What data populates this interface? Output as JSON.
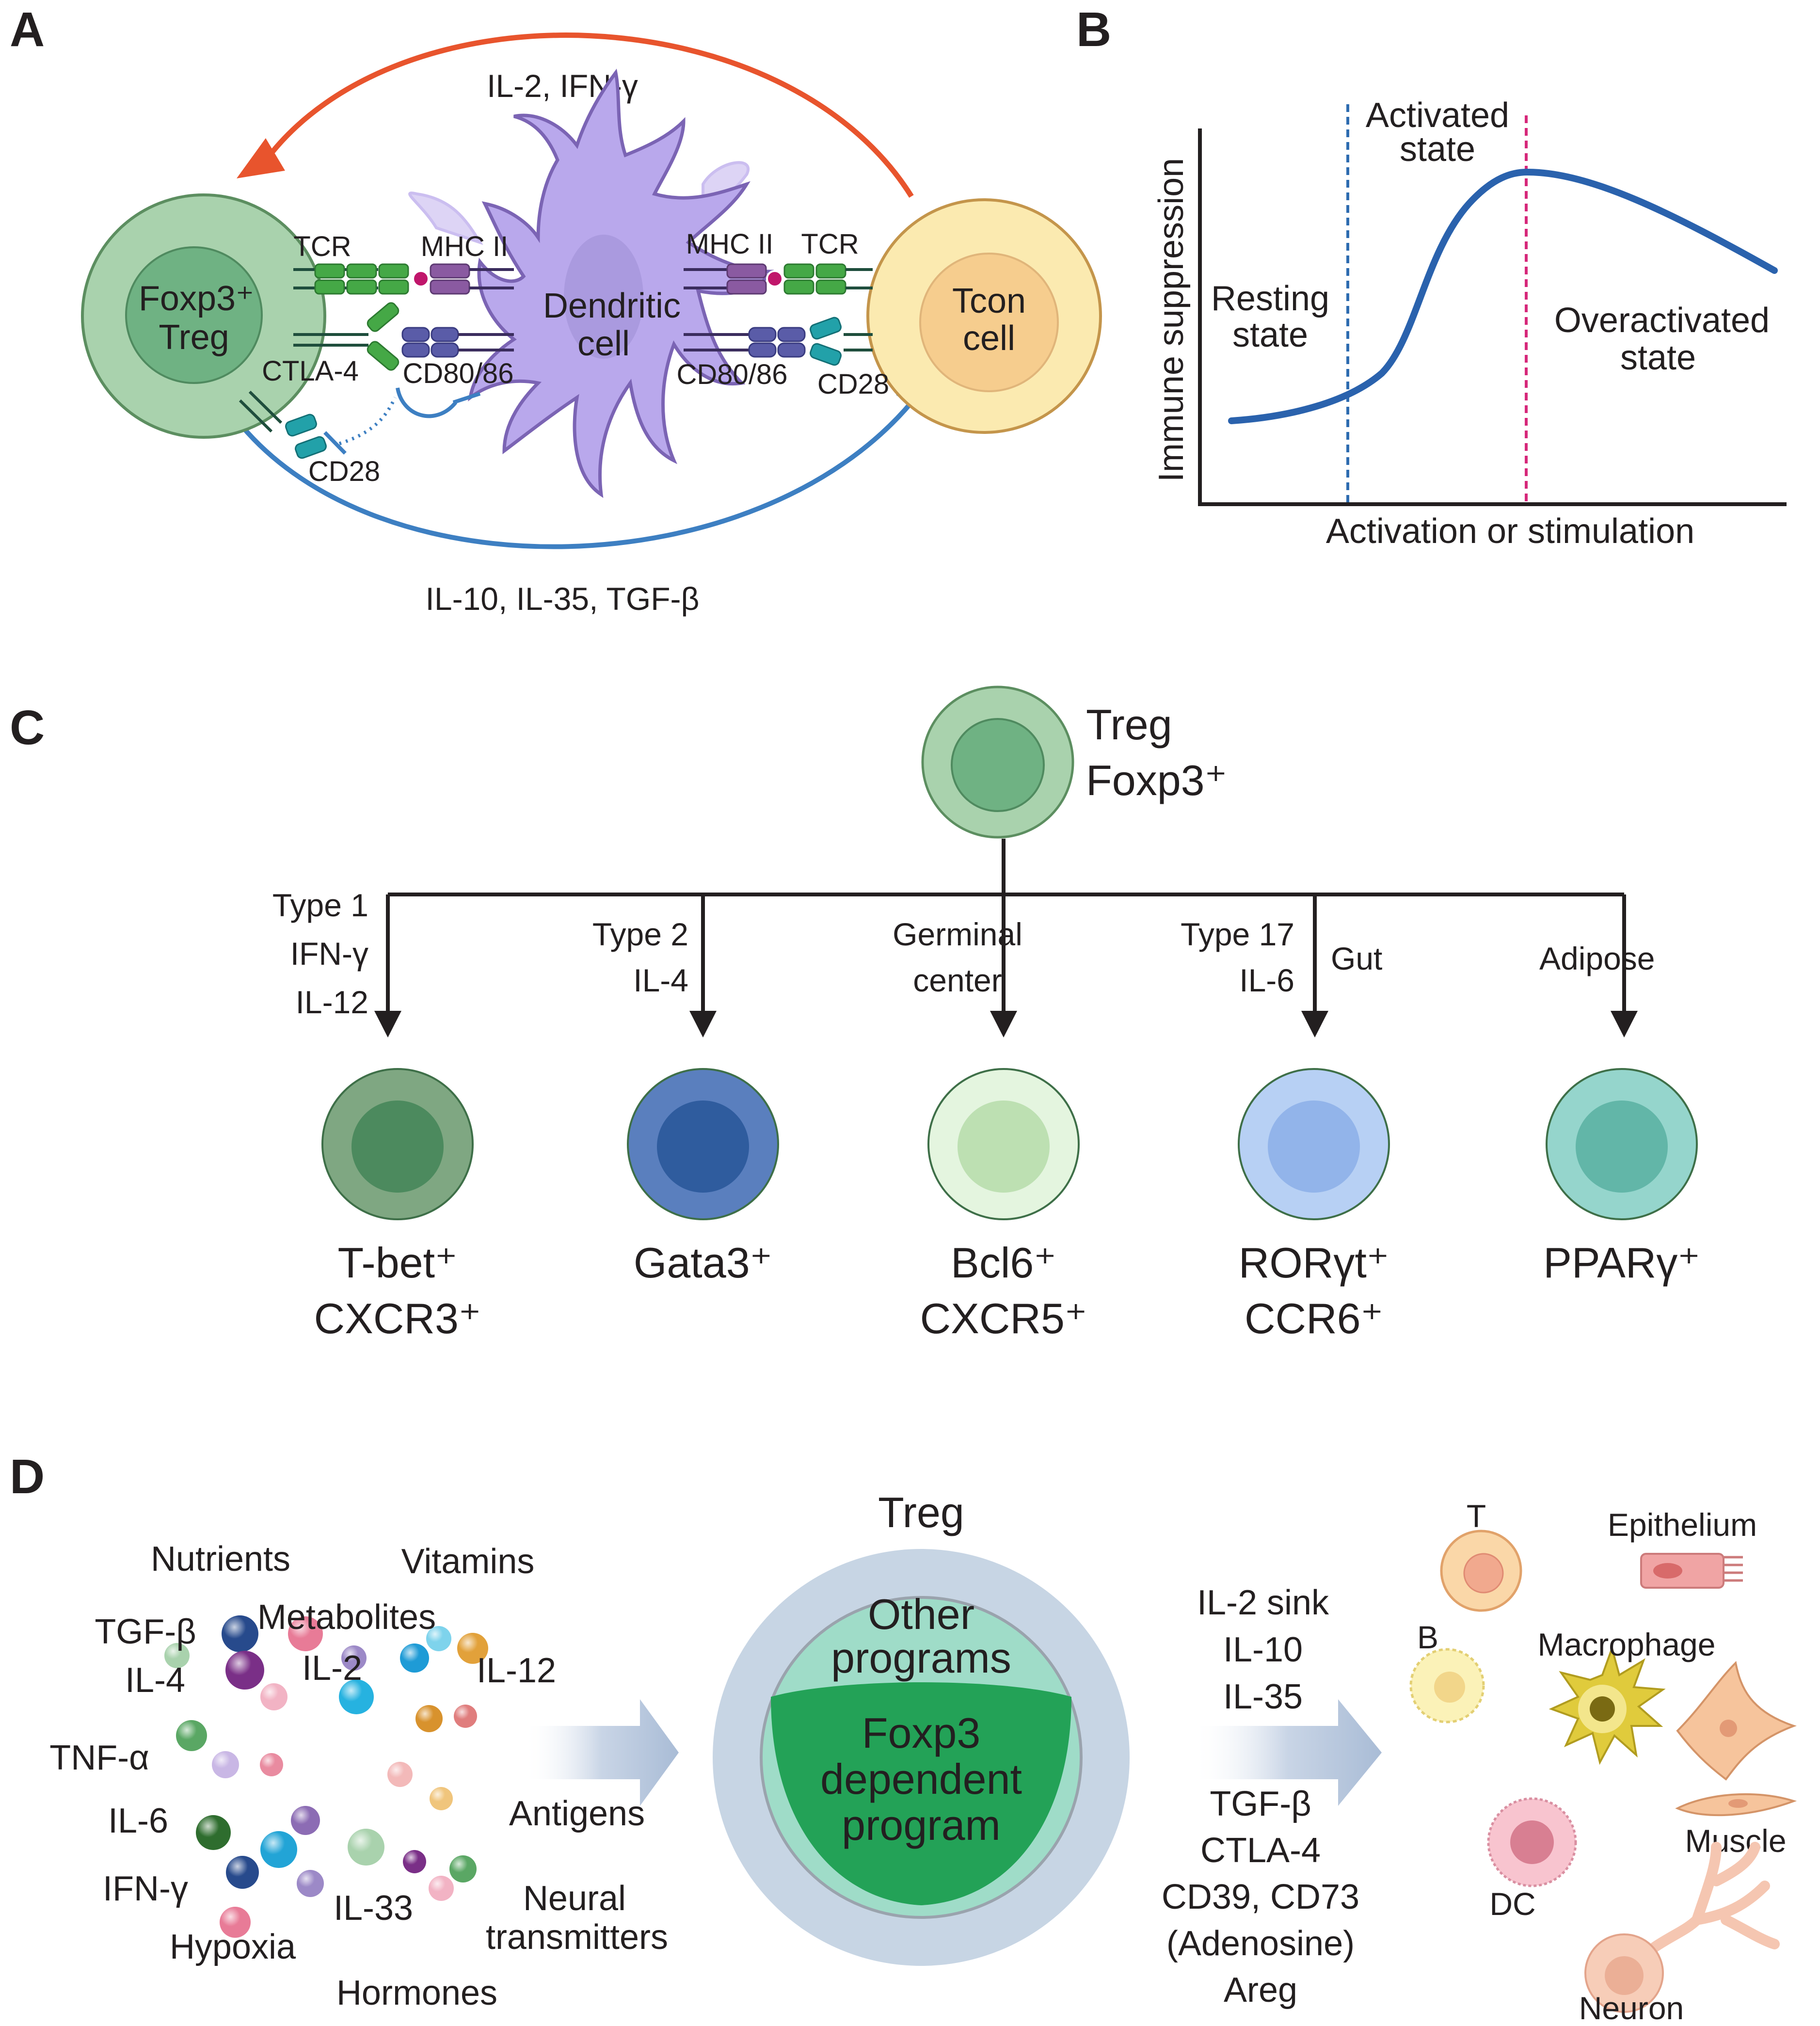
{
  "colors": {
    "treg_outer": "#a9d2ad",
    "treg_inner": "#6fb283",
    "tcon_outer": "#fbeab0",
    "tcon_inner": "#f6cd8e",
    "dc_body": "#b9a8ec",
    "il2_arrow": "#e8542d",
    "suppress_line": "#3d7fc2",
    "curve": "#2a62ad",
    "dash_resting": "#2e6cb0",
    "dash_over": "#d6287a",
    "flow_arrow": "#b8c7dc"
  },
  "panel_a": {
    "letter": "A",
    "treg_label_line1": "Foxp3⁺",
    "treg_label_line2": "Treg",
    "dc_label_line1": "Dendritic",
    "dc_label_line2": "cell",
    "tcon_label_line1": "Tcon",
    "tcon_label_line2": "cell",
    "top_cytokines": "IL-2, IFN-γ",
    "bottom_cytokines": "IL-10, IL-35, TGF-β",
    "tcr_left": "TCR",
    "mhc_left": "MHC II",
    "mhc_right": "MHC II",
    "tcr_right": "TCR",
    "ctla4": "CTLA-4",
    "cd8086_left": "CD80/86",
    "cd8086_right": "CD80/86",
    "cd28_right": "CD28",
    "cd28_treg": "CD28"
  },
  "panel_b": {
    "letter": "B",
    "ylabel": "Immune suppression",
    "xlabel": "Activation or stimulation",
    "resting_line1": "Resting",
    "resting_line2": "state",
    "activated_line1": "Activated",
    "activated_line2": "state",
    "over_line1": "Overactivated",
    "over_line2": "state"
  },
  "panel_c": {
    "letter": "C",
    "root_line1": "Treg",
    "root_line2": "Foxp3⁺",
    "branches": [
      {
        "cond": [
          "Type 1",
          "IFN-γ",
          "IL-12"
        ],
        "side": "",
        "marker": [
          "T-bet⁺",
          "CXCR3⁺"
        ],
        "outer": "#7fa782",
        "inner": "#4c8a5e"
      },
      {
        "cond": [
          "Type 2",
          "IL-4"
        ],
        "side": "",
        "marker": [
          "Gata3⁺"
        ],
        "outer": "#5a7fbe",
        "inner": "#2f5c9e"
      },
      {
        "cond": [
          "Germinal",
          "center"
        ],
        "side": "",
        "marker": [
          "Bcl6⁺",
          "CXCR5⁺"
        ],
        "outer": "#e4f5df",
        "inner": "#bde0b2"
      },
      {
        "cond": [
          "Type 17",
          "IL-6"
        ],
        "side": "Gut",
        "marker": [
          "RORγt⁺",
          "CCR6⁺"
        ],
        "outer": "#b7d0f4",
        "inner": "#92b4ea"
      },
      {
        "cond": [],
        "side": "Adipose",
        "marker": [
          "PPARγ⁺"
        ],
        "outer": "#95d5cc",
        "inner": "#62b6a8"
      }
    ]
  },
  "panel_d": {
    "letter": "D",
    "inputs": [
      "Nutrients",
      "Vitamins",
      "Metabolites",
      "TGF-β",
      "IL-4",
      "IL-2",
      "IL-12",
      "TNF-α",
      "IL-6",
      "Antigens",
      "IFN-γ",
      "IL-33",
      "Hypoxia",
      "Neural",
      "transmitters",
      "Hormones"
    ],
    "treg_title": "Treg",
    "other_line1": "Other",
    "other_line2": "programs",
    "foxp3_line1": "Foxp3",
    "foxp3_line2": "dependent",
    "foxp3_line3": "program",
    "mech_top": [
      "IL-2 sink",
      "IL-10",
      "IL-35"
    ],
    "mech_bottom": [
      "TGF-β",
      "CTLA-4",
      "CD39, CD73",
      "(Adenosine)",
      "Areg"
    ],
    "targets": {
      "t": "T",
      "epithelium": "Epithelium",
      "b": "B",
      "macrophage": "Macrophage",
      "muscle": "Muscle",
      "dc": "DC",
      "neuron": "Neuron"
    },
    "bead_colors": [
      "#a9d2ad",
      "#274a8c",
      "#e87b97",
      "#9c89c7",
      "#7a2f87",
      "#f2b3c4",
      "#5aa764",
      "#26b2e0",
      "#c9b7e5",
      "#e98ba0",
      "#2e6d2e",
      "#22a4d6",
      "#8c6cb4",
      "#7ed3ec",
      "#e2a13a",
      "#1e9bd6",
      "#d8922d",
      "#e07d7d",
      "#f3b9b9",
      "#f0c57c"
    ]
  }
}
